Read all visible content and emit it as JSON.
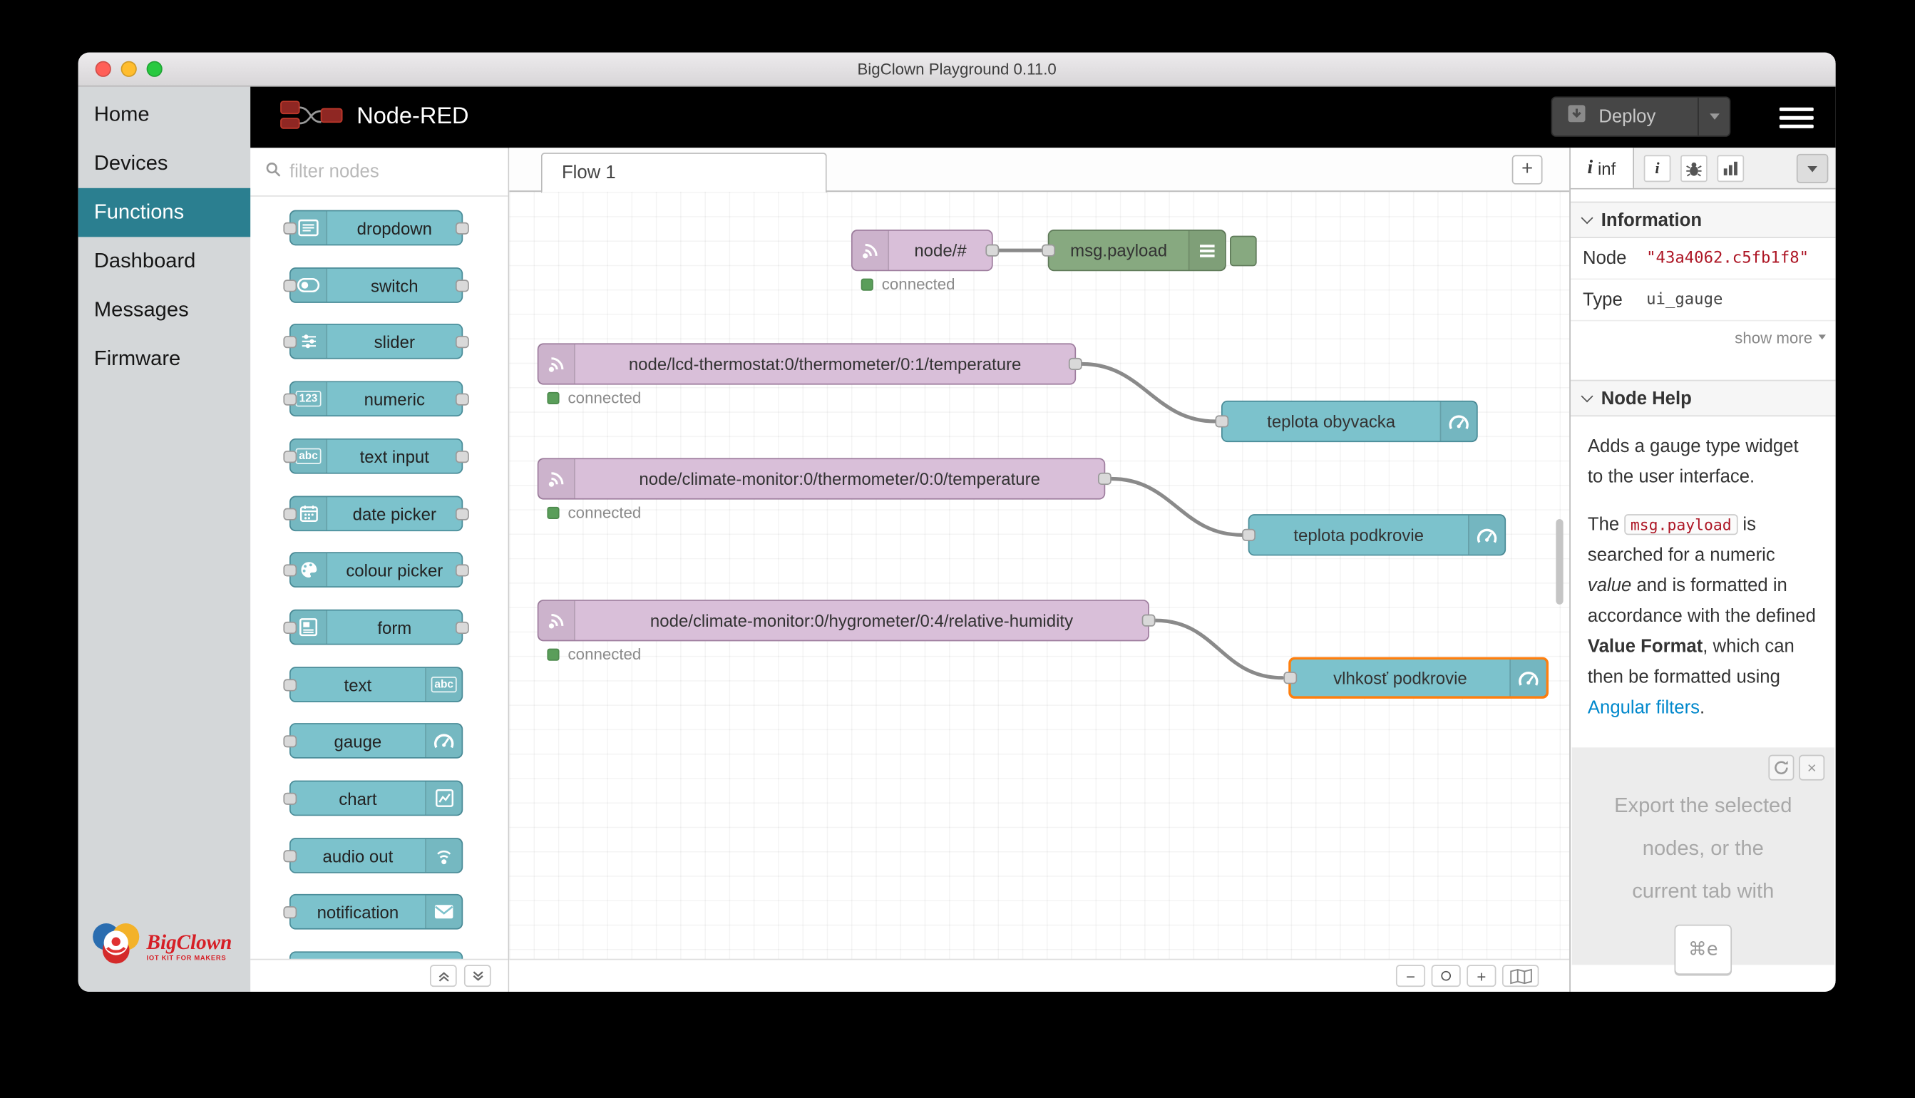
{
  "window": {
    "title": "BigClown Playground 0.11.0"
  },
  "app_nav": {
    "items": [
      "Home",
      "Devices",
      "Functions",
      "Dashboard",
      "Messages",
      "Firmware"
    ],
    "active": "Functions",
    "brand": "BigClown",
    "brand_sub": "IOT KIT FOR MAKERS"
  },
  "header": {
    "app_title": "Node-RED",
    "deploy": "Deploy"
  },
  "palette": {
    "filter_placeholder": "filter nodes",
    "nodes": [
      {
        "label": "dropdown"
      },
      {
        "label": "switch"
      },
      {
        "label": "slider"
      },
      {
        "label": "numeric",
        "icon_text": "123"
      },
      {
        "label": "text input",
        "icon_text": "abc"
      },
      {
        "label": "date picker"
      },
      {
        "label": "colour picker"
      },
      {
        "label": "form"
      },
      {
        "label": "text",
        "icon_text": "abc"
      },
      {
        "label": "gauge"
      },
      {
        "label": "chart"
      },
      {
        "label": "audio out"
      },
      {
        "label": "notification"
      }
    ]
  },
  "workspace": {
    "tab_label": "Flow 1",
    "status_connected": "connected",
    "flow_nodes": [
      {
        "label": "node/#"
      },
      {
        "label": "msg.payload"
      },
      {
        "label": "node/lcd-thermostat:0/thermometer/0:1/temperature"
      },
      {
        "label": "teplota obyvacka"
      },
      {
        "label": "node/climate-monitor:0/thermometer/0:0/temperature"
      },
      {
        "label": "teplota podkrovie"
      },
      {
        "label": "node/climate-monitor:0/hygrometer/0:4/relative-humidity"
      },
      {
        "label": "vlhkosť podkrovie"
      }
    ]
  },
  "sidebar": {
    "tabs": {
      "info_label": "info"
    },
    "information": {
      "title": "Information",
      "rows": [
        {
          "key": "Node",
          "value": "\"43a4062.c5fb1f8\""
        },
        {
          "key": "Type",
          "value": "ui_gauge"
        }
      ],
      "show_more": "show more"
    },
    "help": {
      "title": "Node Help",
      "p1": "Adds a gauge type widget to the user interface.",
      "p2": {
        "t1": "The ",
        "code1": "msg.payload",
        "t2": " is searched for a numeric ",
        "em1": "value",
        "t3": " and is formatted in accordance with the defined ",
        "b1": "Value Format",
        "t4": ", which can then be formatted using ",
        "link1": "Angular filters",
        "t5": "."
      }
    },
    "export_hint": {
      "lines": [
        "Export the selected",
        "nodes, or the",
        "current tab with"
      ],
      "kbd": "⌘e"
    }
  },
  "colors": {
    "widget_teal": "#7cc2cc",
    "subscribe_purple": "#d9bfd9",
    "debug_green": "#87a980",
    "selected_orange": "#ff7f0e",
    "status_green": "#5a9e5a",
    "value_red": "#ad1625",
    "link_blue": "#0088cc"
  }
}
